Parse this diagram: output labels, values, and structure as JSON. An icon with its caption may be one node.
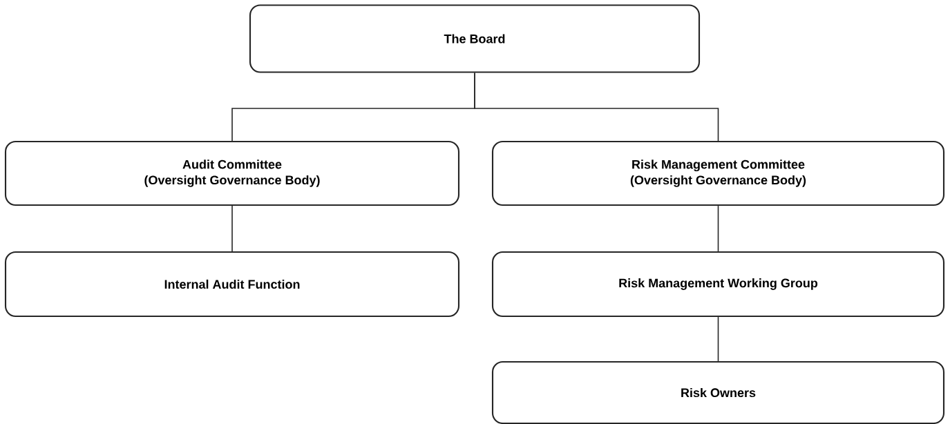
{
  "diagram": {
    "nodes": [
      {
        "text": [
          "The Board"
        ]
      },
      {
        "text": [
          "Audit Committee",
          "(Oversight Governance Body)"
        ]
      },
      {
        "text": [
          "Risk Management Committee",
          "(Oversight Governance Body)"
        ]
      },
      {
        "text": [
          "Internal Audit Function"
        ]
      },
      {
        "text": [
          "Risk Management Working Group"
        ]
      },
      {
        "text": [
          "Risk Owners"
        ]
      }
    ],
    "edges": [
      {
        "from": 0,
        "to": 1,
        "arrow": "none"
      },
      {
        "from": 0,
        "to": 2,
        "arrow": "none"
      },
      {
        "from": 1,
        "to": 3,
        "arrow": "none"
      },
      {
        "from": 2,
        "to": 4,
        "arrow": "none"
      },
      {
        "from": 4,
        "to": 5,
        "arrow": "none"
      }
    ]
  }
}
